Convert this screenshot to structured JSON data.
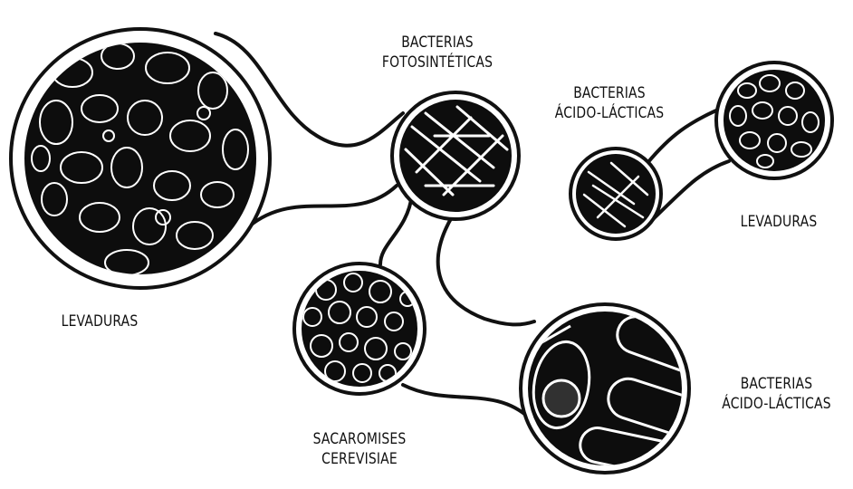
{
  "labels": {
    "levaduras_left": "LEVADURAS",
    "fotosinteticas": [
      "BACTERIAS",
      "FOTOSINTÉTICAS"
    ],
    "acido_lacticas_top": [
      "BACTERIAS",
      "ÁCIDO-LÁCTICAS"
    ],
    "levaduras_right": "LEVADURAS",
    "sacaromises": [
      "SACAROMISES",
      "CEREVISIAE"
    ],
    "acido_lacticas_bottom": [
      "BACTERIAS",
      "ÁCIDO-LÁCTICAS"
    ]
  },
  "colors": {
    "ink": "#111111",
    "fill": "#0d0d0d",
    "paper": "#ffffff"
  }
}
